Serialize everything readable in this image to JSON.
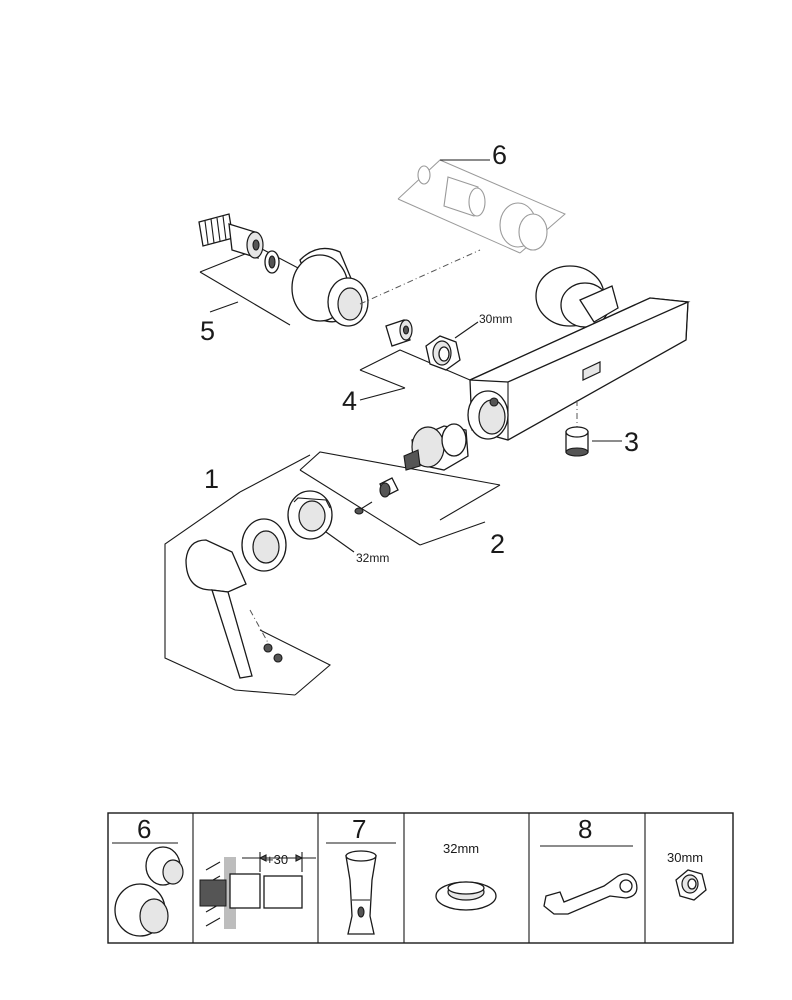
{
  "callouts": {
    "n1": "1",
    "n2": "2",
    "n3": "3",
    "n4": "4",
    "n5": "5",
    "n6": "6"
  },
  "dimensions": {
    "nut_30": "30mm",
    "nut_32": "32mm"
  },
  "accessories": {
    "cell1_number": "6",
    "cell2_extension": "+30",
    "cell3_number": "7",
    "cell4_size": "32mm",
    "cell5_number": "8",
    "cell6_size": "30mm"
  }
}
